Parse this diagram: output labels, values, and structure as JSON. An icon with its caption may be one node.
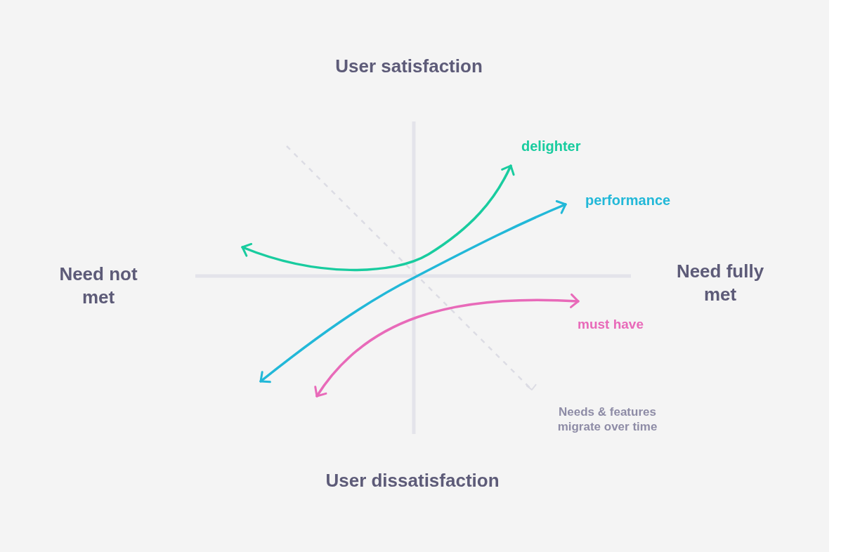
{
  "diagram": {
    "labels": [
      "User satisfaction",
      "delighter",
      "performance",
      "Need not met",
      "Need fully met",
      "must have",
      "Needs & features migrate over time",
      "User dissatisfaction"
    ]
  }
}
